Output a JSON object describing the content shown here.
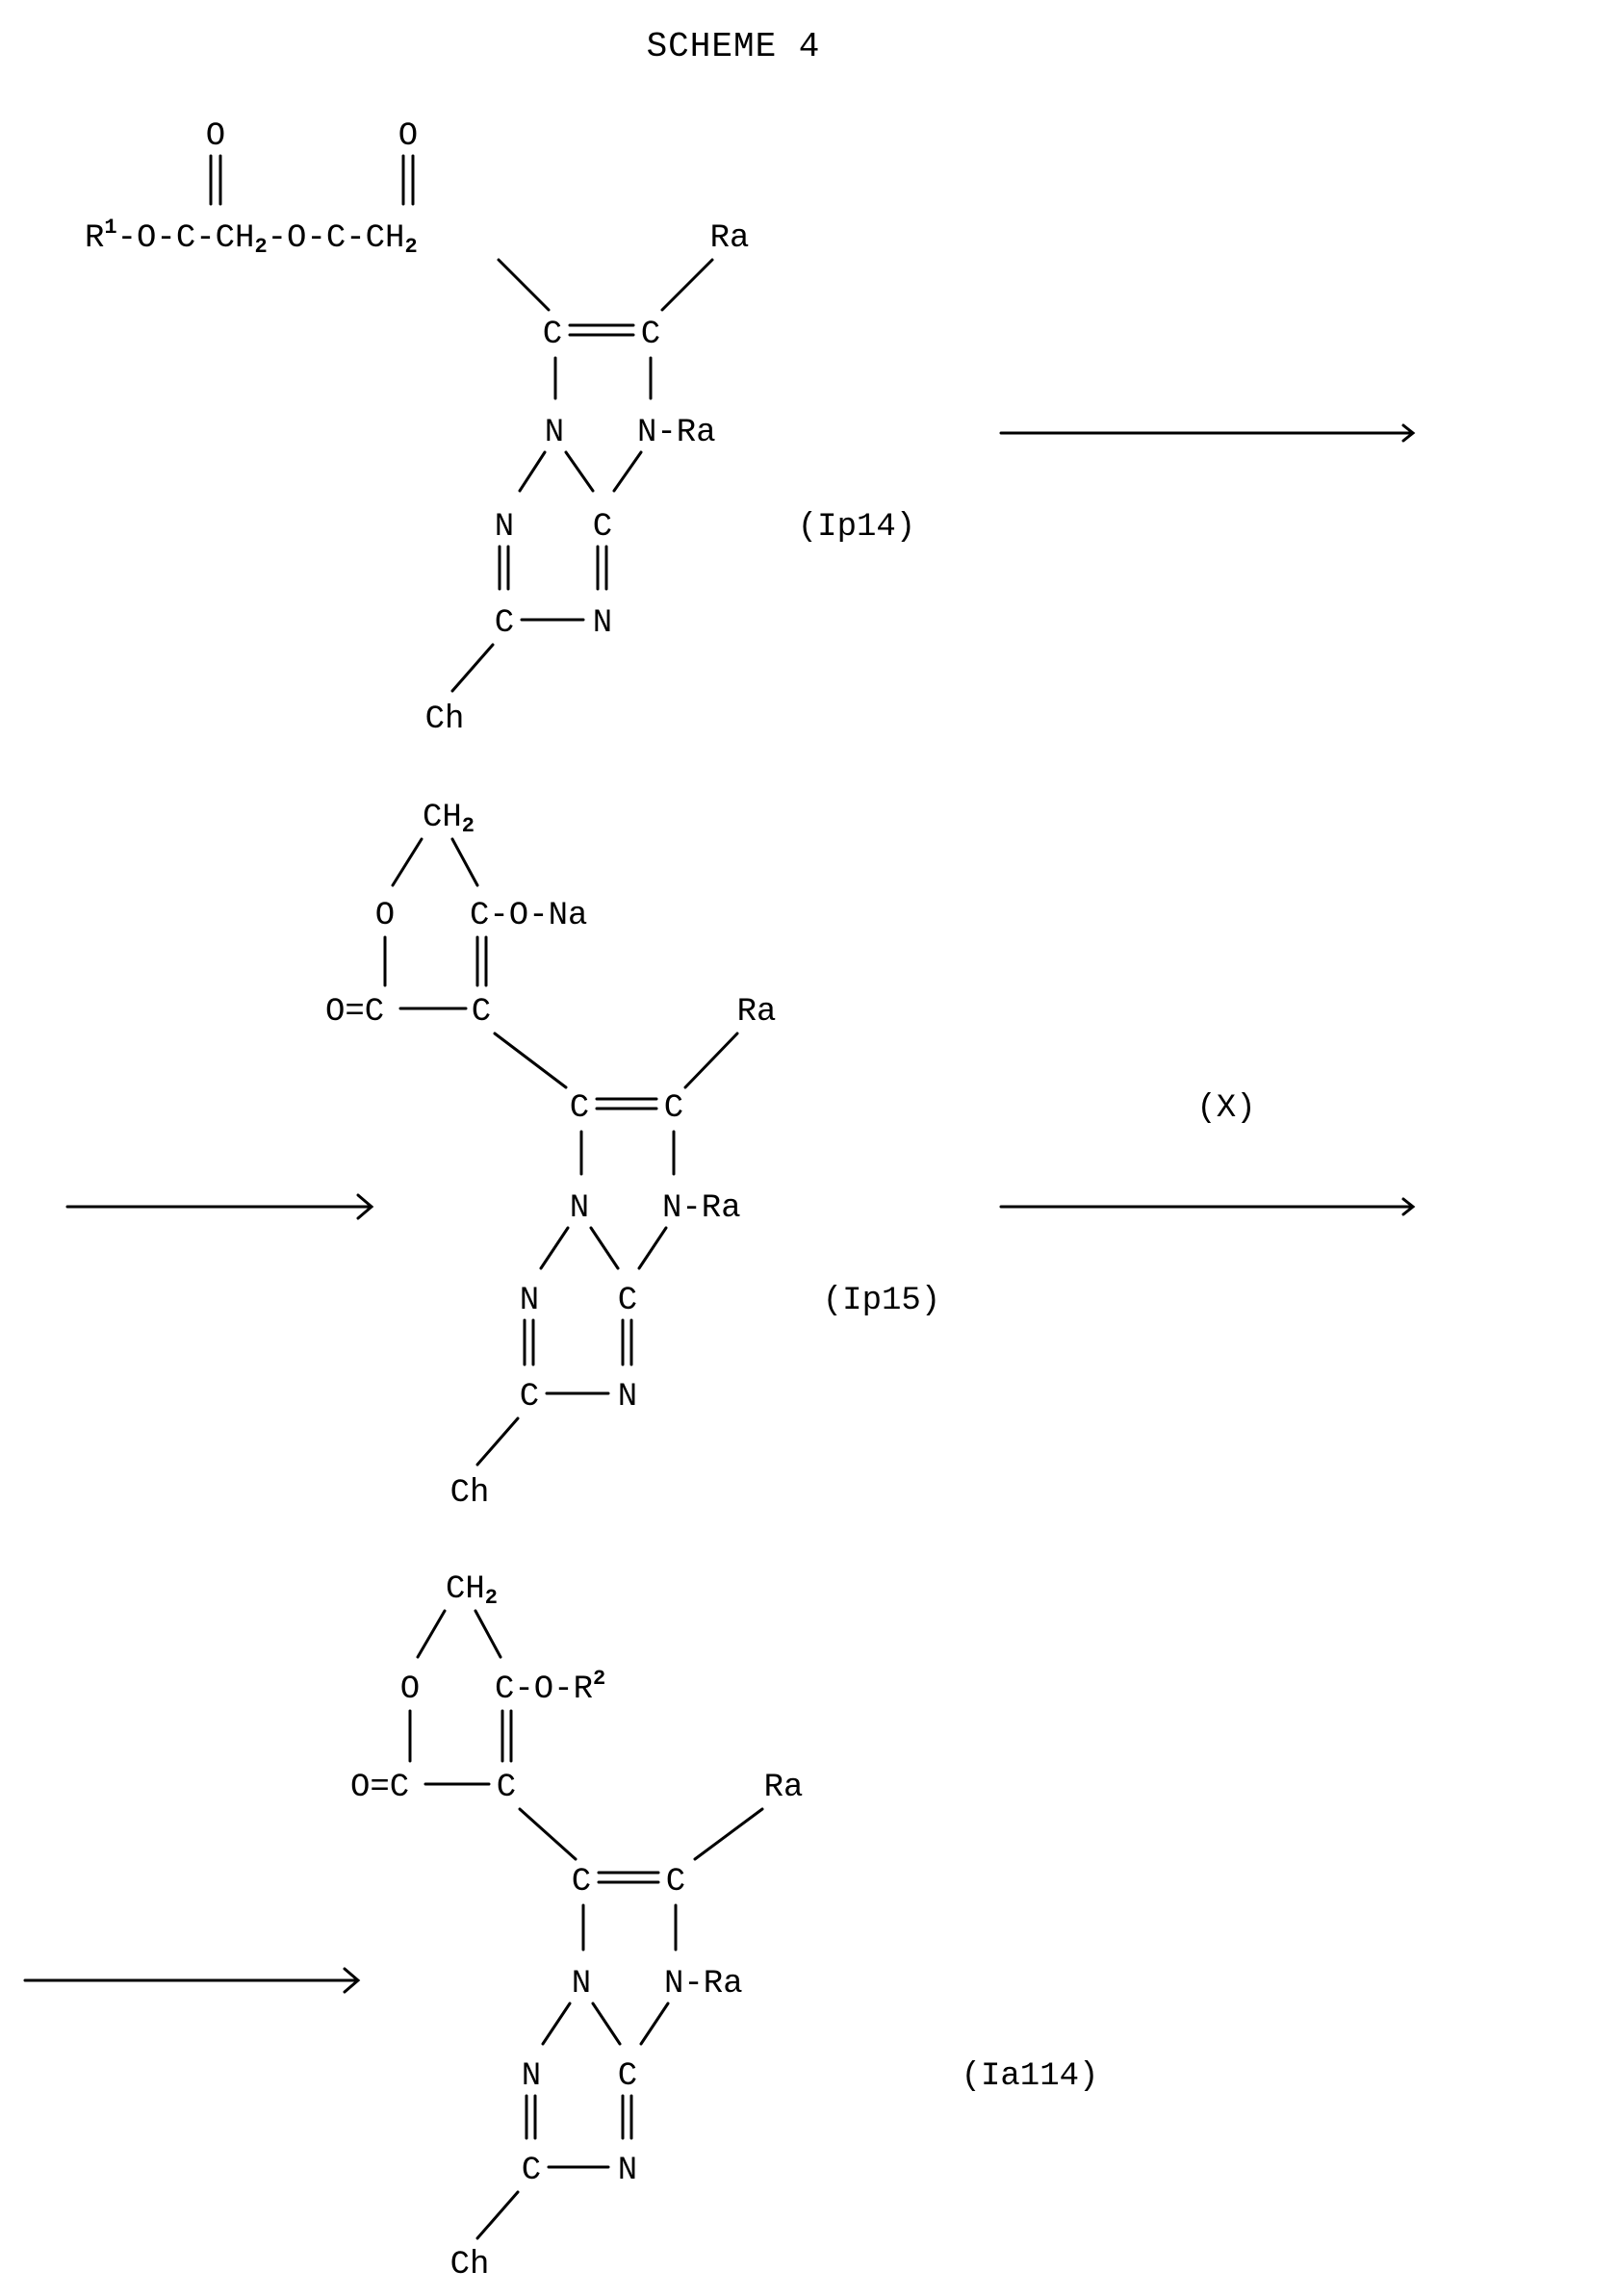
{
  "title": "SCHEME 4",
  "atoms": {
    "carbon": "C",
    "nitrogen": "N",
    "oxygen": "O",
    "ra": "Ra",
    "n_ra": "N-Ra",
    "ch": "Ch"
  },
  "compound_1": {
    "label": "(Ip14)",
    "chain_r1": "R",
    "chain_r1_sup": "1",
    "chain_part_a": "-O-C-CH",
    "chain_sub_a": "2",
    "chain_part_b": "-O-C-CH",
    "chain_sub_b": "2"
  },
  "compound_2": {
    "label": "(Ip15)",
    "ch2": "CH",
    "ch2_sub": "2",
    "c_o_na": "C-O-Na",
    "o_eq_c": "O=C"
  },
  "compound_3": {
    "label": "(Ia114)",
    "ch2": "CH",
    "ch2_sub": "2",
    "c_o_r2": "C-O-R",
    "r2_sup": "2",
    "o_eq_c": "O=C"
  },
  "reagent_label": "(X)"
}
